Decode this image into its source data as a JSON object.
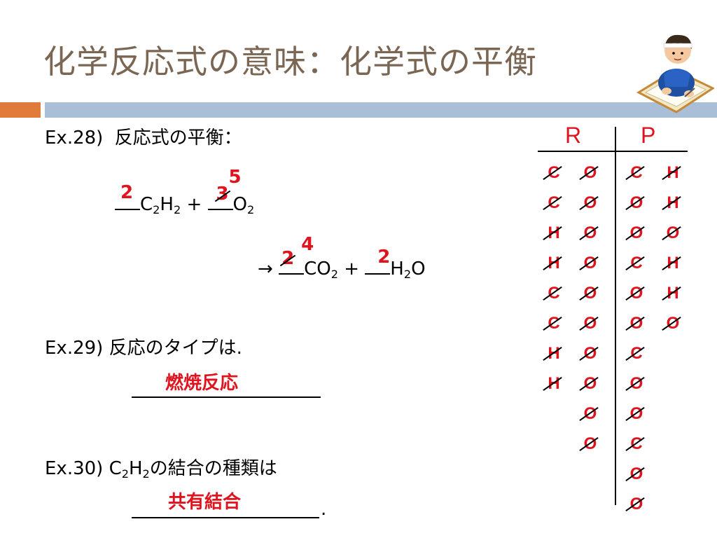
{
  "title": "化学反応式の意味：化学式の平衡",
  "ex28": {
    "label": "Ex.28)",
    "text": "反応式の平衡：",
    "c2h2_coef": "2",
    "o2_coef_struck": "3",
    "o2_coef": "5",
    "co2_coef_struck": "2",
    "co2_coef": "4",
    "h2o_coef": "2",
    "arrow": "→",
    "plus": "+"
  },
  "ex29": {
    "label": "Ex.29)",
    "text": "反応のタイプは.",
    "answer": "燃焼反応"
  },
  "ex30": {
    "label": "Ex.30)",
    "text": "の結合の種類は",
    "answer": "共有結合",
    "period": "."
  },
  "atom_table": {
    "r_label": "R",
    "p_label": "P",
    "r_col1": [
      "C",
      "C",
      "H",
      "H",
      "C",
      "C",
      "H",
      "H"
    ],
    "r_col2": [
      "O",
      "O",
      "O",
      "O",
      "O",
      "O",
      "O",
      "O",
      "O",
      "O"
    ],
    "p_col1": [
      "C",
      "O",
      "O",
      "C",
      "O",
      "O",
      "C",
      "O",
      "O",
      "C",
      "O",
      "O"
    ],
    "p_col2": [
      "H",
      "H",
      "O",
      "H",
      "H",
      "O"
    ]
  },
  "colors": {
    "title": "#7a6652",
    "accent_red": "#e0141e",
    "bar_orange": "#e07b3c",
    "bar_blue": "#a9bfd8"
  },
  "icons": [
    "student-writing-illustration"
  ]
}
